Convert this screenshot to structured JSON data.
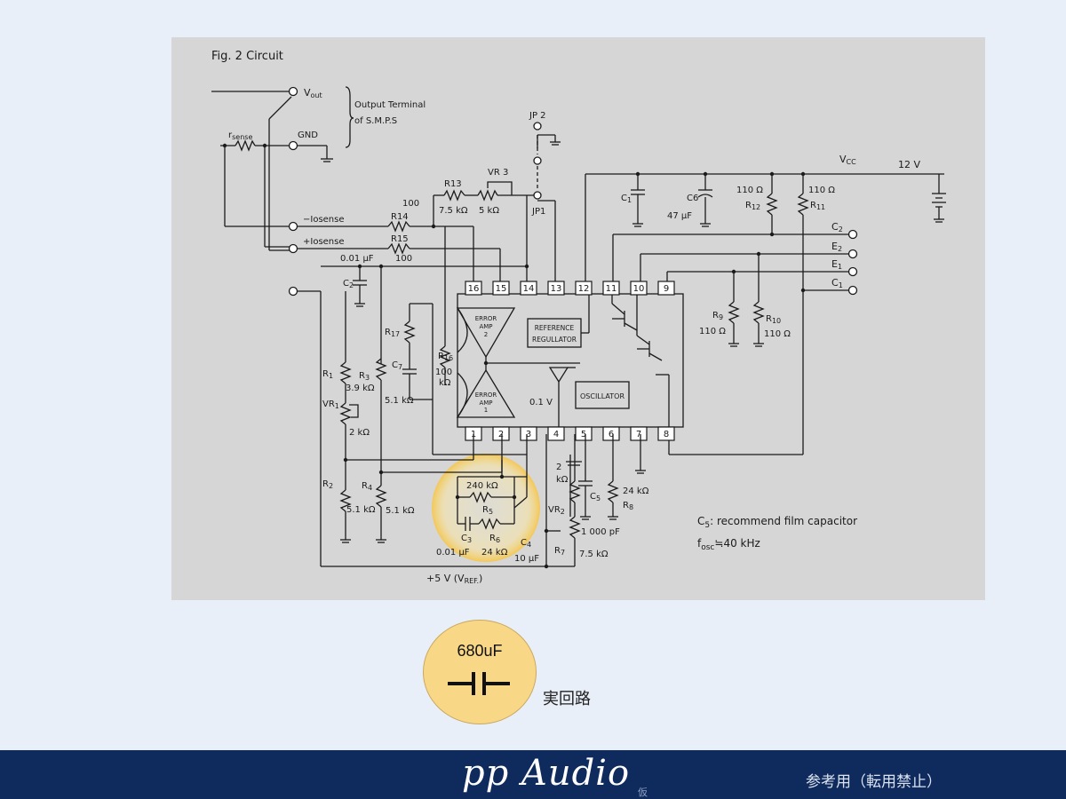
{
  "figure": {
    "title": "Fig. 2 Circuit",
    "terminals": {
      "vout": "V",
      "vout_sub": "out",
      "rsense": "r",
      "rsense_sub": "sense",
      "gnd": "GND",
      "output_note_line1": "Output Terminal",
      "output_note_line2": "of S.M.P.S",
      "minus_iosense": "−Iosense",
      "plus_iosense": "+Iosense",
      "jp2": "JP 2",
      "jp1": "JP1",
      "vcc": "V",
      "vcc_sub": "CC",
      "supply": "12 V",
      "c2_out": "C",
      "c2_out_sub": "2",
      "e2_out": "E",
      "e2_out_sub": "2",
      "e1_out": "E",
      "e1_out_sub": "1",
      "c1_out": "C",
      "c1_out_sub": "1",
      "vref": "+5 V (V",
      "vref_sub": "REF.",
      "vref_close": ")"
    },
    "components": {
      "r13": "R13",
      "r13_val": "7.5 kΩ",
      "vr3": "VR 3",
      "vr3_val": "5 kΩ",
      "r14_val_top": "100",
      "r14": "R14",
      "r15": "R15",
      "r15_val": "100",
      "c_001": "0.01 μF",
      "c2": "C",
      "c2_sub": "2",
      "r17": "R",
      "r17_sub": "17",
      "c7": "C",
      "c7_sub": "7",
      "r16": "R",
      "r16_sub": "16",
      "r16_val1": "100",
      "r16_val2": "kΩ",
      "r1": "R",
      "r1_sub": "1",
      "r1_val": "3.9 kΩ",
      "vr1": "VR",
      "vr1_sub": "1",
      "vr1_val": "2 kΩ",
      "r3": "R",
      "r3_sub": "3",
      "r3_val": "5.1 kΩ",
      "r2": "R",
      "r2_sub": "2",
      "r2_val": "5.1 kΩ",
      "r4": "R",
      "r4_sub": "4",
      "r4_val": "5.1 kΩ",
      "c1": "C",
      "c1_sub": "1",
      "c6": "C6",
      "c6_val": "47 μF",
      "r12": "R",
      "r12_sub": "12",
      "r12_val": "110 Ω",
      "r11": "R",
      "r11_sub": "11",
      "r11_val": "110 Ω",
      "r9": "R",
      "r9_sub": "9",
      "r9_val": "110 Ω",
      "r10": "R",
      "r10_sub": "10",
      "r10_val": "110 Ω",
      "v01": "0.1 V",
      "r240": "240 kΩ",
      "r5": "R",
      "r5_sub": "5",
      "c3": "C",
      "c3_sub": "3",
      "r6": "R",
      "r6_sub": "6",
      "c3_val": "0.01 μF",
      "r6_val": "24 kΩ",
      "c4": "C",
      "c4_sub": "4",
      "c4_val": "10 μF",
      "vr2": "VR",
      "vr2_sub": "2",
      "vr2_val1": "2",
      "vr2_val2": "kΩ",
      "r7": "R",
      "r7_sub": "7",
      "r7_val": "7.5 kΩ",
      "c5": "C",
      "c5_sub": "5",
      "c5_val": "1 000 pF",
      "r8": "R",
      "r8_sub": "8",
      "r8_val": "24 kΩ"
    },
    "ic": {
      "pins_top": [
        "16",
        "15",
        "14",
        "13",
        "12",
        "11",
        "10",
        "9"
      ],
      "pins_bottom": [
        "1",
        "2",
        "3",
        "4",
        "5",
        "6",
        "7",
        "8"
      ],
      "error_amp2_l1": "ERROR",
      "error_amp2_l2": "AMP",
      "error_amp2_l3": "2",
      "error_amp1_l1": "ERROR",
      "error_amp1_l2": "AMP",
      "error_amp1_l3": "1",
      "ref_reg_l1": "REFERENCE",
      "ref_reg_l2": "REGULLATOR",
      "oscillator": "OSCILLATOR"
    },
    "notes": {
      "c5_note": "C",
      "c5_note_sub": "5",
      "c5_note_text": ": recommend film capacitor",
      "fosc": "f",
      "fosc_sub": "osc",
      "fosc_val": "≒40 kHz"
    }
  },
  "badge": {
    "label": "680uF",
    "symbol": "capacitor-symbol",
    "color": "#f8d887"
  },
  "annotation": {
    "real_circuit": "実回路"
  },
  "footer": {
    "brand": "pp Audio",
    "brand_mark": "仮",
    "reference_note": "参考用（転用禁止）",
    "background": "#0f2a5c"
  },
  "colors": {
    "highlight": "#f6c64a",
    "scan_background": "#d6d6d6",
    "page_background": "#e9eff8"
  }
}
